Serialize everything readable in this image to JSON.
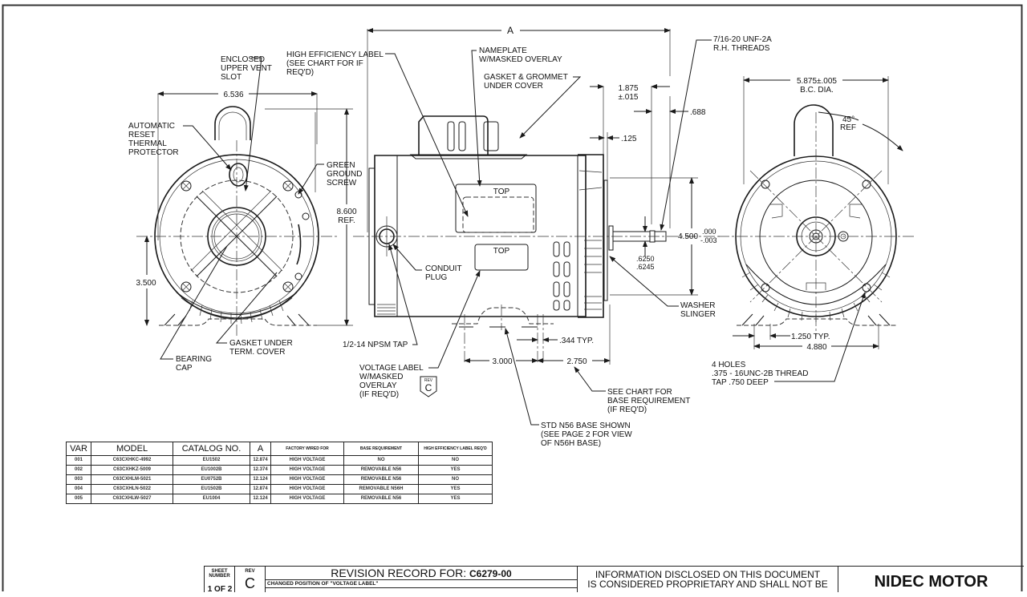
{
  "drawing": {
    "labels": {
      "enclosed_vent": [
        "ENCLOSED",
        "UPPER VENT",
        "SLOT"
      ],
      "high_eff_label": [
        "HIGH EFFICIENCY LABEL",
        "(SEE CHART FOR IF",
        "REQ'D)"
      ],
      "nameplate": [
        "NAMEPLATE",
        "W/MASKED OVERLAY"
      ],
      "gasket_grommet": [
        "GASKET & GROMMET",
        "UNDER COVER"
      ],
      "threads": [
        "7/16-20 UNF-2A",
        "R.H. THREADS"
      ],
      "thermal_protector": [
        "AUTOMATIC",
        "RESET",
        "THERMAL",
        "PROTECTOR"
      ],
      "green_ground": [
        "GREEN",
        "GROUND",
        "SCREW"
      ],
      "conduit_plug": [
        "CONDUIT",
        "PLUG"
      ],
      "washer_slinger": [
        "WASHER",
        "SLINGER"
      ],
      "gasket_term": [
        "GASKET UNDER",
        "TERM. COVER"
      ],
      "bearing_cap": [
        "BEARING",
        "CAP"
      ],
      "npsm_tap": "1/2-14 NPSM TAP",
      "voltage_label": [
        "VOLTAGE LABEL",
        "W/MASKED",
        "OVERLAY",
        "(IF REQ'D)"
      ],
      "rev_badge_top": "REV",
      "rev_badge_letter": "C",
      "see_chart_base": [
        "SEE CHART FOR",
        "BASE REQUIREMENT",
        "(IF REQ'D)"
      ],
      "std_base": [
        "STD N56 BASE SHOWN",
        "(SEE PAGE 2 FOR VIEW",
        "OF N56H BASE)"
      ],
      "four_holes": [
        "4 HOLES",
        ".375 - 16UNC-2B THREAD",
        "TAP .750 DEEP"
      ],
      "top_1": "TOP",
      "top_2": "TOP"
    },
    "dimensions": {
      "a": "A",
      "width_left": "6.536",
      "height_ref": [
        "8.600",
        "REF."
      ],
      "shaft_center_height": "3.500",
      "shaft_ext": [
        "1.875",
        "±.015"
      ],
      "flat": ".688",
      "flange": ".125",
      "pilot": "4.500",
      "pilot_tol": [
        ".000",
        "-.003"
      ],
      "shaft_dia": [
        ".6250",
        ".6245"
      ],
      "slot": ".344 TYP.",
      "base_front": "3.000",
      "base_rear": "2.750",
      "bc_dia": [
        "5.875±.005",
        "B.C. DIA."
      ],
      "angle": [
        "45°",
        "REF"
      ],
      "slot_width": "1.250 TYP.",
      "base_width": "4.880"
    }
  },
  "table": {
    "headers": [
      "VAR",
      "MODEL",
      "CATALOG NO.",
      "A",
      "FACTORY WIRED FOR",
      "BASE REQUIREMENT",
      "HIGH EFFICIENCY LABEL REQ'D"
    ],
    "rows": [
      [
        "001",
        "C63CXHKC-4992",
        "EU1502",
        "12.874",
        "HIGH VOLTAGE",
        "NO",
        "NO"
      ],
      [
        "002",
        "C63CXHKZ-5009",
        "EU1002B",
        "12.374",
        "HIGH VOLTAGE",
        "REMOVABLE N56",
        "YES"
      ],
      [
        "003",
        "C63CXHLM-5021",
        "EU0752B",
        "12.124",
        "HIGH VOLTAGE",
        "REMOVABLE N56",
        "NO"
      ],
      [
        "004",
        "C63CXHLN-5022",
        "EU1502B",
        "12.874",
        "HIGH VOLTAGE",
        "REMOVABLE N56H",
        "YES"
      ],
      [
        "005",
        "C63CXHLW-5027",
        "EU1004",
        "12.124",
        "HIGH VOLTAGE",
        "REMOVABLE N56",
        "YES"
      ]
    ]
  },
  "title_block": {
    "sheet_label": [
      "SHEET",
      "NUMBER"
    ],
    "sheet_value": "1 OF 2",
    "rev_label": "REV",
    "rev_value": "C",
    "record_title": "REVISION RECORD FOR:",
    "record_doc": "C6279-00",
    "record_line_1": "CHANGED POSITION OF \"VOLTAGE LABEL\"",
    "notice": [
      "INFORMATION DISCLOSED ON THIS DOCUMENT",
      "IS CONSIDERED PROPRIETARY AND SHALL NOT BE"
    ],
    "company": "NIDEC MOTOR"
  }
}
